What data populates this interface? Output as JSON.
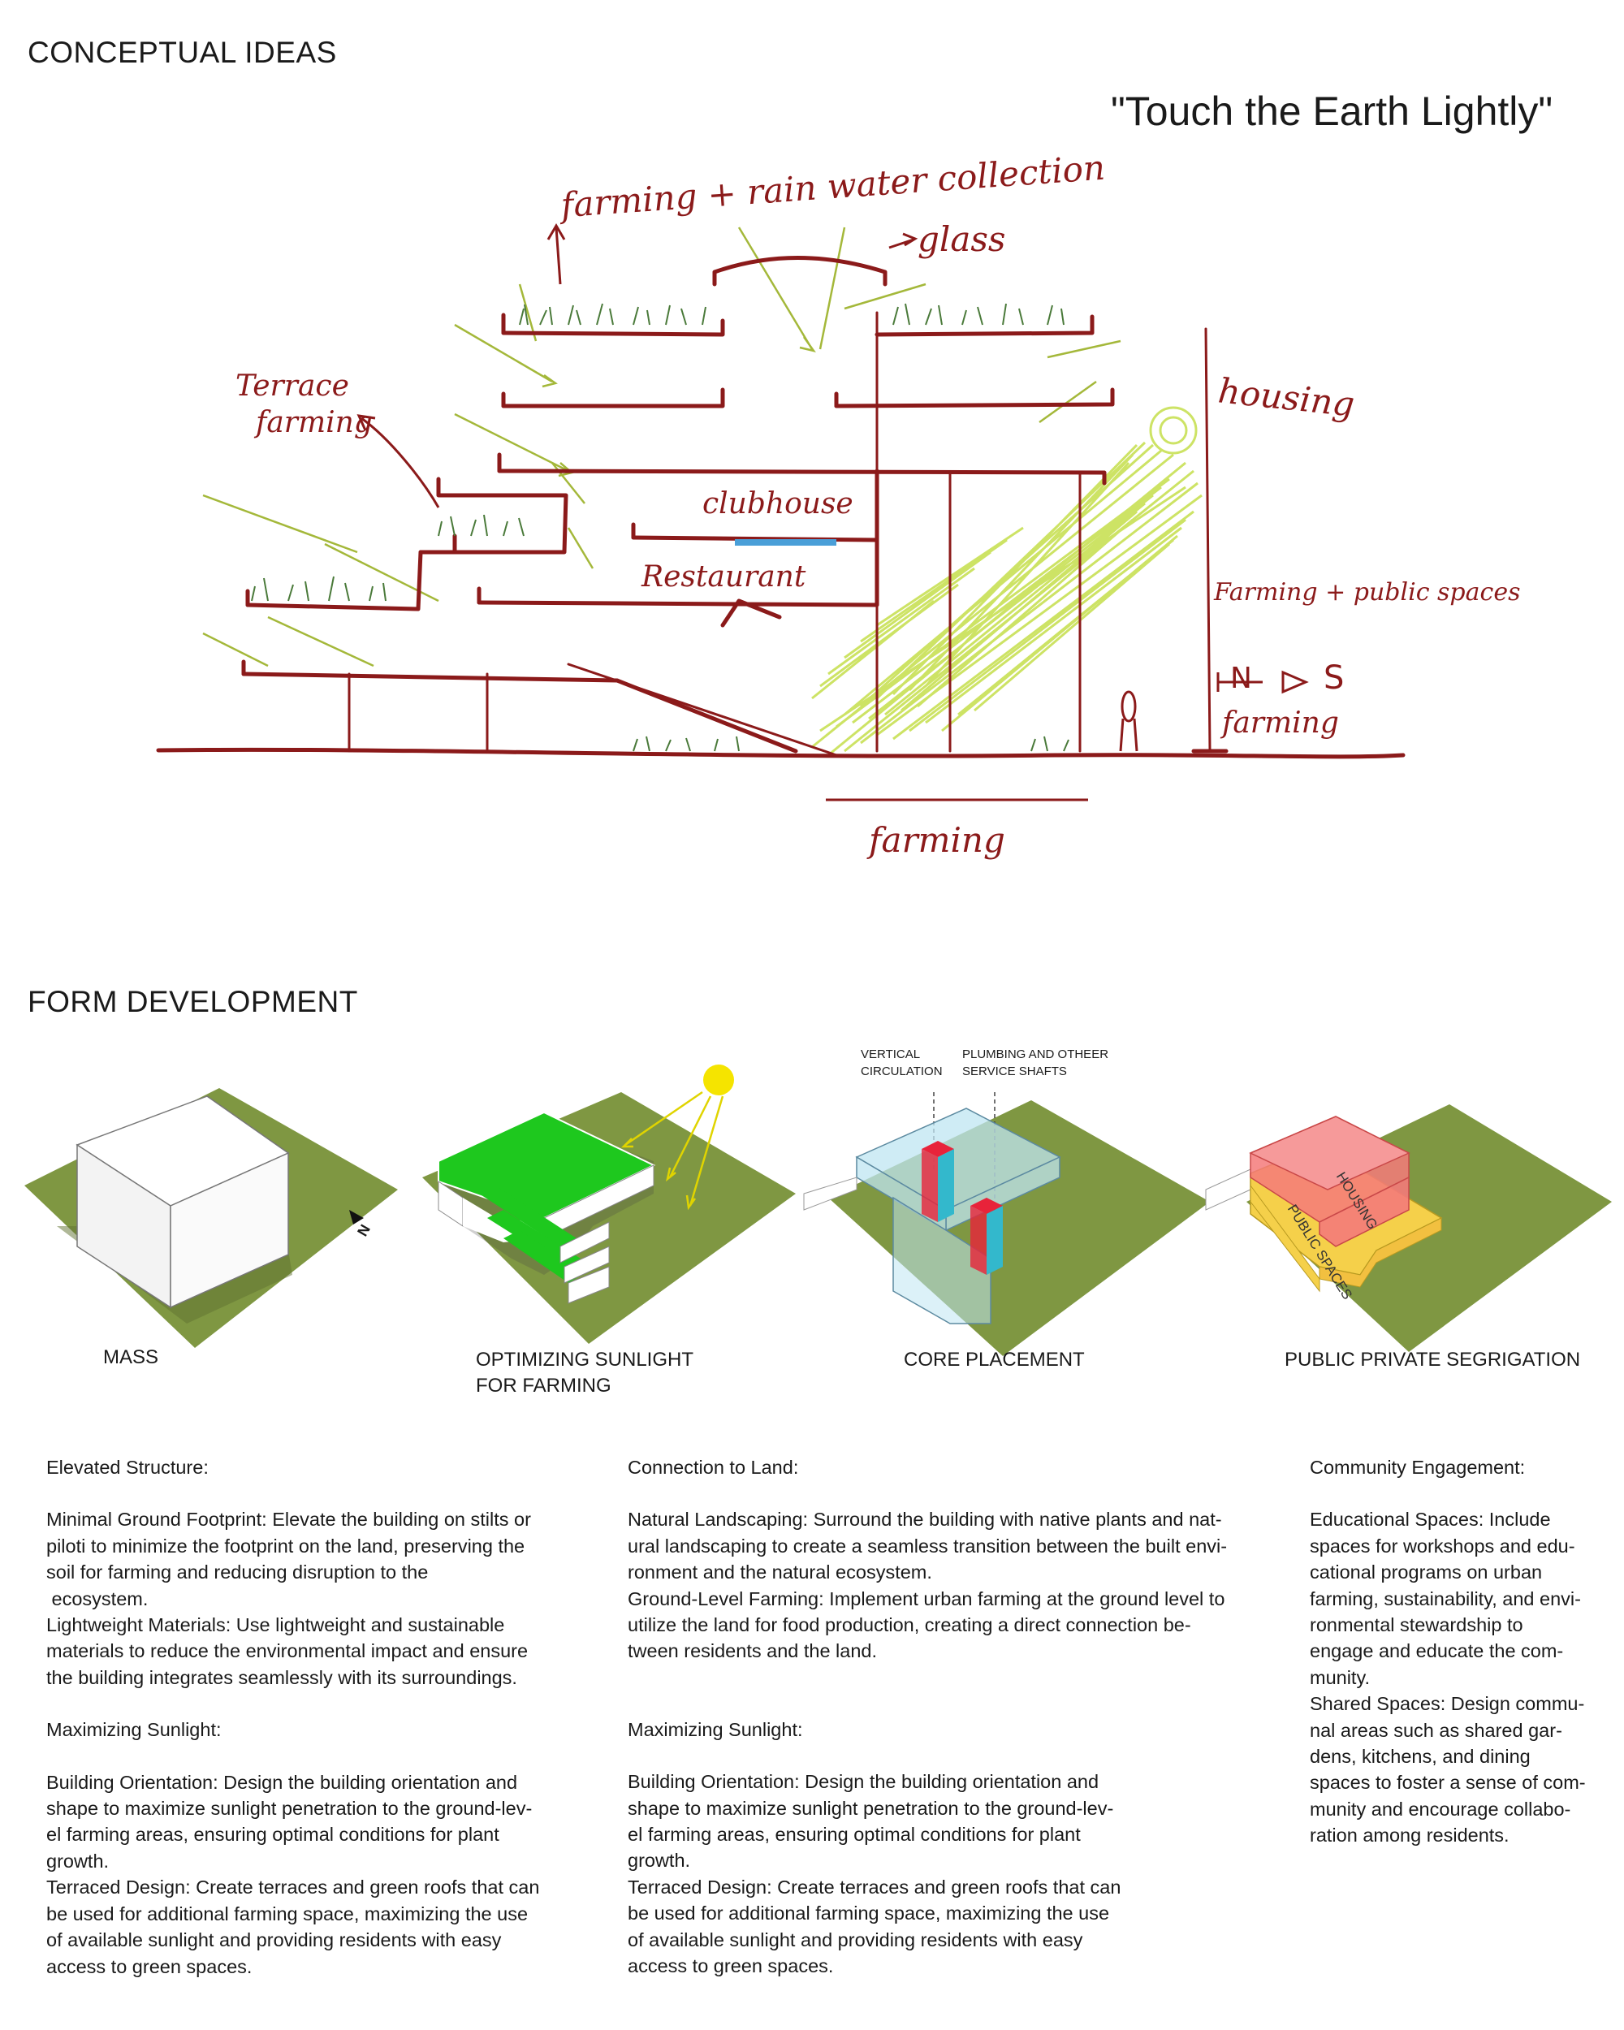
{
  "page": {
    "section1_title": "CONCEPTUAL IDEAS",
    "quote": "\"Touch the Earth Lightly\"",
    "section2_title": "FORM DEVELOPMENT"
  },
  "sketch": {
    "labels": {
      "farming_rain": "farming + rain water collection",
      "glass": "glass",
      "terrace_farming_1": "Terrace",
      "terrace_farming_2": "farming",
      "housing": "housing",
      "clubhouse": "clubhouse",
      "restaurant": "Restaurant",
      "farming_public": "Farming + public spaces",
      "n": "N",
      "s": "S",
      "farming_right": "farming",
      "farming_bottom": "farming"
    },
    "colors": {
      "ink": "#8b1a1a",
      "sun": "#c8e055",
      "grass": "#4a7a3a",
      "water": "#4a9fd8"
    }
  },
  "diagrams": [
    {
      "caption": "MASS",
      "north_mark": "N"
    },
    {
      "caption_1": "OPTIMIZING SUNLIGHT",
      "caption_2": "FOR FARMING"
    },
    {
      "caption": "CORE PLACEMENT",
      "label_a_1": "VERTICAL",
      "label_a_2": "CIRCULATION",
      "label_b_1": "PLUMBING AND OTHEER",
      "label_b_2": "SERVICE SHAFTS"
    },
    {
      "caption": "PUBLIC PRIVATE SEGRIGATION",
      "label_housing": "HOUSING",
      "label_public": "PUBLIC SPACES"
    }
  ],
  "colors": {
    "site": "#7f9742",
    "green_roof": "#1ec81e",
    "glass": "#bfe6f2",
    "core_red": "#e8233a",
    "core_cyan": "#33b8cc",
    "housing": "#f47a7a",
    "public": "#f5d04a",
    "sun": "#f5e400"
  },
  "columns": [
    {
      "lines": [
        "Elevated Structure:",
        "",
        "Minimal Ground Footprint: Elevate the building on stilts or",
        "piloti to minimize the footprint on the land, preserving the",
        "soil for farming and reducing disruption to the",
        " ecosystem.",
        "Lightweight Materials: Use lightweight and sustainable",
        "materials to reduce the environmental impact and ensure",
        "the building integrates seamlessly with its surroundings.",
        "",
        "Maximizing Sunlight:",
        "",
        "Building Orientation: Design the building orientation and",
        "shape to maximize sunlight penetration to the ground-lev-",
        "el farming areas, ensuring optimal conditions for plant",
        "growth.",
        "Terraced Design: Create terraces and green roofs that can",
        "be used for additional farming space, maximizing the use",
        "of available sunlight and providing residents with easy",
        "access to green spaces."
      ]
    },
    {
      "lines": [
        "Connection to Land:",
        "",
        "Natural Landscaping: Surround the building with native plants and nat-",
        "ural landscaping to create a seamless transition between the built envi-",
        "ronment and the natural ecosystem.",
        "Ground-Level Farming: Implement urban farming at the ground level to",
        "utilize the land for food production, creating a direct connection be-",
        "tween residents and the land.",
        "",
        "",
        "Maximizing Sunlight:",
        "",
        "Building Orientation: Design the building orientation and",
        "shape to maximize sunlight penetration to the ground-lev-",
        "el farming areas, ensuring optimal conditions for plant",
        "growth.",
        "Terraced Design: Create terraces and green roofs that can",
        "be used for additional farming space, maximizing the use",
        "of available sunlight and providing residents with easy",
        "access to green spaces."
      ]
    },
    {
      "lines": [
        "Community Engagement:",
        "",
        "Educational Spaces: Include",
        "spaces for workshops and edu-",
        "cational programs on urban",
        "farming, sustainability, and envi-",
        "ronmental stewardship to",
        "engage and educate the com-",
        "munity.",
        "Shared Spaces: Design commu-",
        "nal areas such as shared gar-",
        "dens, kitchens, and dining",
        "spaces to foster a sense of com-",
        "munity and encourage collabo-",
        "ration among residents."
      ]
    }
  ]
}
